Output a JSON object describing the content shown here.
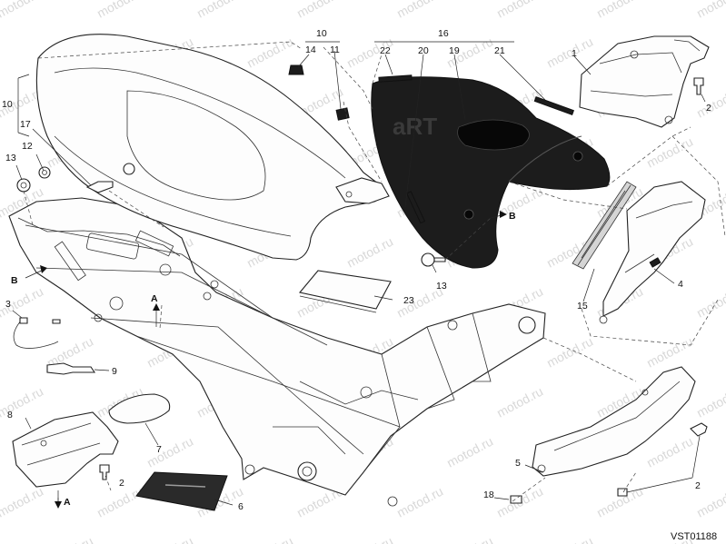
{
  "diagram": {
    "callouts": [
      {
        "id": "c1",
        "text": "1"
      },
      {
        "id": "c2a",
        "text": "2"
      },
      {
        "id": "c2b",
        "text": "2"
      },
      {
        "id": "c2c",
        "text": "2"
      },
      {
        "id": "c3",
        "text": "3"
      },
      {
        "id": "c4",
        "text": "4"
      },
      {
        "id": "c5",
        "text": "5"
      },
      {
        "id": "c6",
        "text": "6"
      },
      {
        "id": "c7",
        "text": "7"
      },
      {
        "id": "c8",
        "text": "8"
      },
      {
        "id": "c9",
        "text": "9"
      },
      {
        "id": "c10a",
        "text": "10"
      },
      {
        "id": "c10b",
        "text": "10"
      },
      {
        "id": "c11",
        "text": "11"
      },
      {
        "id": "c12",
        "text": "12"
      },
      {
        "id": "c13a",
        "text": "13"
      },
      {
        "id": "c13b",
        "text": "13"
      },
      {
        "id": "c14",
        "text": "14"
      },
      {
        "id": "c15",
        "text": "15"
      },
      {
        "id": "c16",
        "text": "16"
      },
      {
        "id": "c17",
        "text": "17"
      },
      {
        "id": "c18",
        "text": "18"
      },
      {
        "id": "c19",
        "text": "19"
      },
      {
        "id": "c20",
        "text": "20"
      },
      {
        "id": "c21",
        "text": "21"
      },
      {
        "id": "c22",
        "text": "22"
      },
      {
        "id": "c23",
        "text": "23"
      }
    ],
    "reference_marks": [
      {
        "id": "ra1",
        "text": "A"
      },
      {
        "id": "ra2",
        "text": "A"
      },
      {
        "id": "rb1",
        "text": "B"
      },
      {
        "id": "rb2",
        "text": "B"
      }
    ],
    "drawing_code": "VST01188",
    "watermark": "motod.ru",
    "cover_lettering": "aRT"
  }
}
